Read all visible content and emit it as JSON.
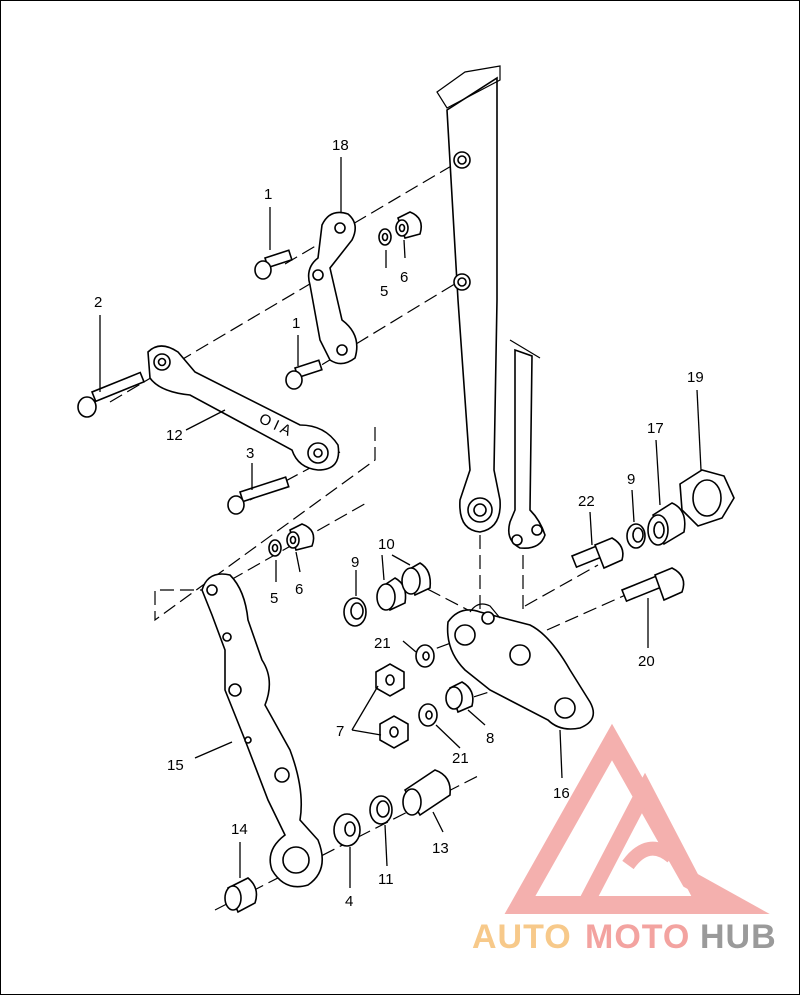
{
  "callouts": [
    {
      "id": "c1a",
      "text": "1"
    },
    {
      "id": "c1b",
      "text": "1"
    },
    {
      "id": "c2",
      "text": "2"
    },
    {
      "id": "c3",
      "text": "3"
    },
    {
      "id": "c4",
      "text": "4"
    },
    {
      "id": "c5a",
      "text": "5"
    },
    {
      "id": "c5b",
      "text": "5"
    },
    {
      "id": "c6a",
      "text": "6"
    },
    {
      "id": "c6b",
      "text": "6"
    },
    {
      "id": "c7",
      "text": "7"
    },
    {
      "id": "c8",
      "text": "8"
    },
    {
      "id": "c9a",
      "text": "9"
    },
    {
      "id": "c9b",
      "text": "9"
    },
    {
      "id": "c10",
      "text": "10"
    },
    {
      "id": "c11",
      "text": "11"
    },
    {
      "id": "c12",
      "text": "12"
    },
    {
      "id": "c13",
      "text": "13"
    },
    {
      "id": "c14",
      "text": "14"
    },
    {
      "id": "c15",
      "text": "15"
    },
    {
      "id": "c16",
      "text": "16"
    },
    {
      "id": "c17",
      "text": "17"
    },
    {
      "id": "c18",
      "text": "18"
    },
    {
      "id": "c19",
      "text": "19"
    },
    {
      "id": "c20",
      "text": "20"
    },
    {
      "id": "c21a",
      "text": "21"
    },
    {
      "id": "c21b",
      "text": "21"
    },
    {
      "id": "c22",
      "text": "22"
    }
  ],
  "watermark": {
    "part1": "AUTO",
    "part2": "MOTO",
    "part3": "HUB",
    "color_orange": "#f7c98a",
    "color_red": "#f3a3a0",
    "color_gray": "#9a9a9a"
  }
}
